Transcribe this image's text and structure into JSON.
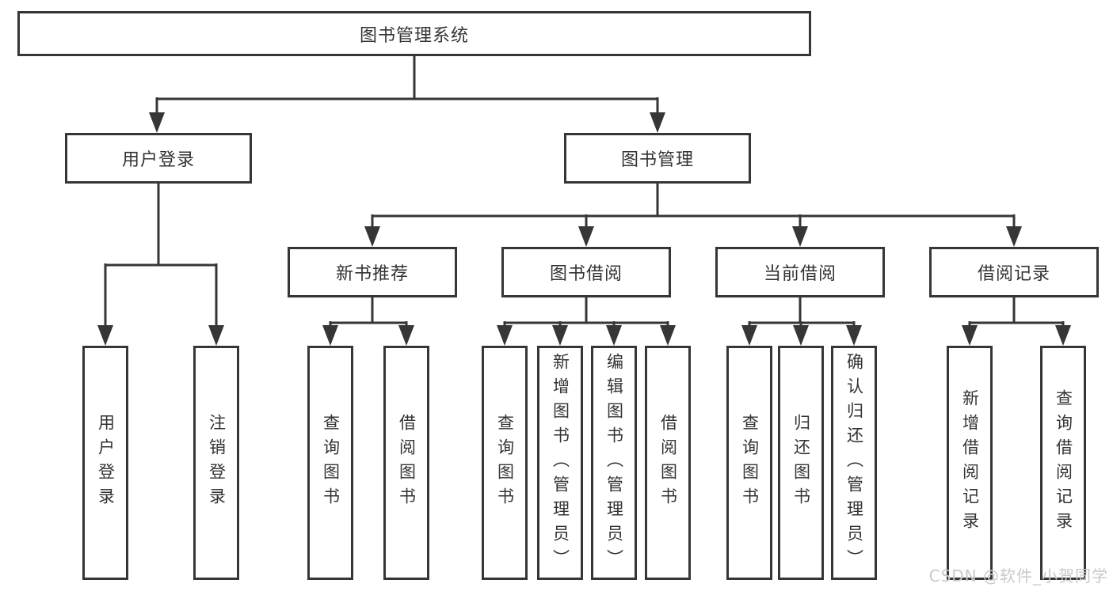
{
  "tree": {
    "root": "图书管理系统",
    "user_login": {
      "label": "用户登录",
      "children": [
        "用户登录",
        "注销登录"
      ]
    },
    "book_mgmt": {
      "label": "图书管理",
      "sections": {
        "new_book": {
          "label": "新书推荐",
          "children": [
            "查询图书",
            "借阅图书"
          ]
        },
        "borrow": {
          "label": "图书借阅",
          "children": [
            "查询图书",
            "新增图书（管理员）",
            "编辑图书（管理员）",
            "借阅图书"
          ]
        },
        "current": {
          "label": "当前借阅",
          "children": [
            "查询图书",
            "归还图书",
            "确认归还（管理员）"
          ]
        },
        "records": {
          "label": "借阅记录",
          "children": [
            "新增借阅记录",
            "查询借阅记录"
          ]
        }
      }
    }
  },
  "watermark": {
    "text": "CSDN @软件_小贺同学",
    "color": "#c9c9c9"
  },
  "colors": {
    "line": "#363636",
    "box_border": "#363636",
    "text": "#333333",
    "background": "#ffffff"
  }
}
